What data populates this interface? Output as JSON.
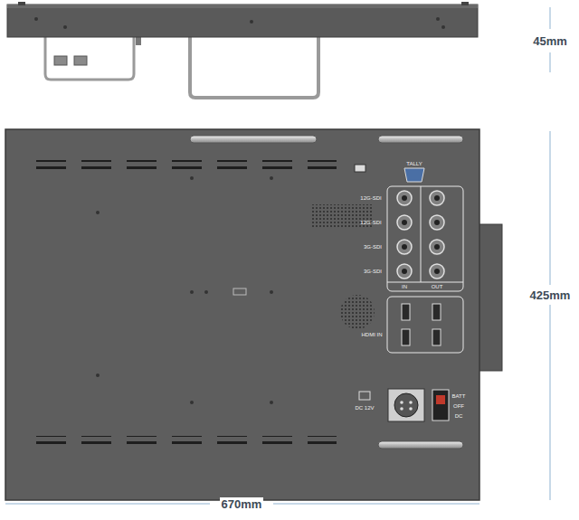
{
  "diagram": {
    "labels": [
      "45mm",
      "425mm",
      "670mm",
      "TALLY",
      "12G-SDI",
      "12G-SDI",
      "3G-SDI",
      "3G-SDI",
      "IN",
      "OUT",
      "HDMI IN",
      "DC 12V",
      "BATT",
      "OFF",
      "DC"
    ]
  }
}
